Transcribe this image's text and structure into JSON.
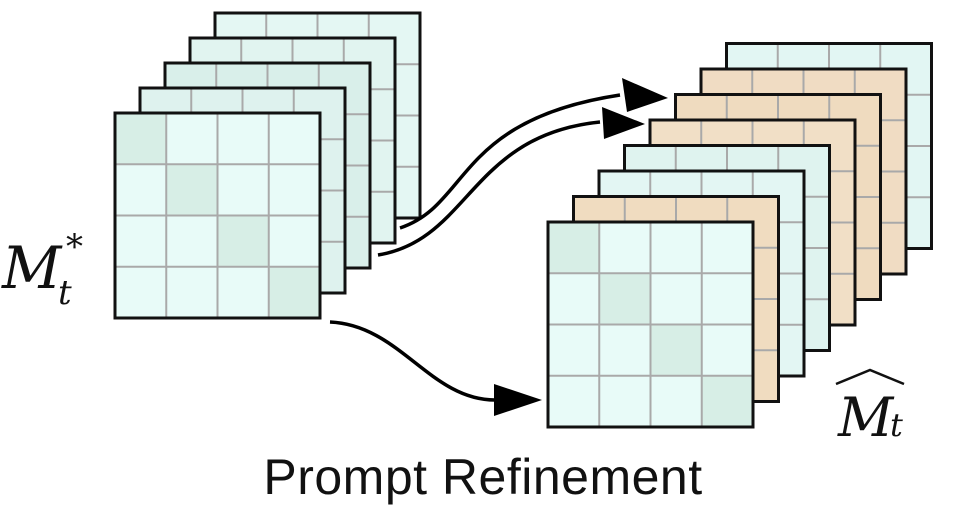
{
  "labels": {
    "source": {
      "base": "M",
      "sub": "t",
      "sup": "*"
    },
    "target": {
      "base": "M",
      "sub": "t",
      "accent": "ˆ"
    },
    "caption": "Prompt Refinement"
  },
  "stacks": {
    "source": {
      "layer_count": 5,
      "grid": 4,
      "colors": [
        "#daf0ec",
        "#def2ee",
        "#d9efea",
        "#e1f4f0",
        "#e4f7f3"
      ]
    },
    "target": {
      "layer_count": 8,
      "grid": 4,
      "colors": [
        "#f2e2c8",
        "#f0dcc0",
        "#e3f6f3",
        "#dff3ef",
        "#f1dfc6",
        "#efdbbf",
        "#f0dcc3",
        "#e2f6f3"
      ]
    }
  },
  "colors": {
    "grid_line": "#a9a9a9",
    "outline": "#111111",
    "teal_cell_a": "#e8fbf8",
    "teal_cell_b": "#d7eee6",
    "beige_cell_a": "#f5e6cf",
    "beige_cell_b": "#ead6b6",
    "arrow": "#000000"
  },
  "arrows": [
    "source-to-target-layer-1",
    "source-to-target-layer-2",
    "source-to-target-front"
  ]
}
